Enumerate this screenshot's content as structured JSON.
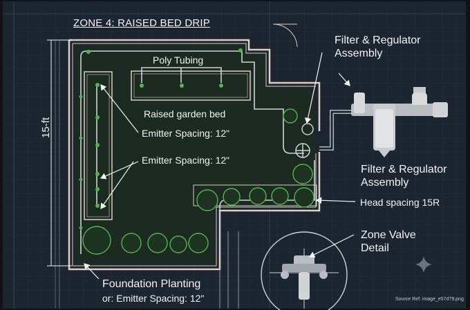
{
  "diagram": {
    "title": "ZONE 4: RAISED BED DRIP",
    "dimension": "15-ft",
    "labels": {
      "poly_tubing": "Poly Tubing",
      "raised_bed": "Raised garden bed",
      "emitter_spacing_1": "Emitter Spacing: 12\"",
      "emitter_spacing_2": "Emitter Spacing: 12\"",
      "filter_reg_top_1": "Filter & Regulator",
      "filter_reg_top_2": "Assembly",
      "filter_reg_mid_1": "Filter & Regulator",
      "filter_reg_mid_2": "Assembly",
      "head_spacing": "Head spacing 15R",
      "zone_valve_1": "Zone Valve",
      "zone_valve_2": "Detail",
      "foundation_1": "Foundation Planting",
      "foundation_2": "or: Emitter Spacing: 12\"",
      "source_ref": "Source Ref: image_e57d79.png"
    },
    "colors": {
      "background": "#1d2530",
      "grid": "#2a3340",
      "bed_fill": "#1c2a22",
      "outline": "#d9d2c0",
      "plant": "#4fb84a",
      "pipe": "#cfd3d6",
      "text": "#f2f4f6"
    },
    "icons": [
      "sparkle-icon"
    ]
  }
}
